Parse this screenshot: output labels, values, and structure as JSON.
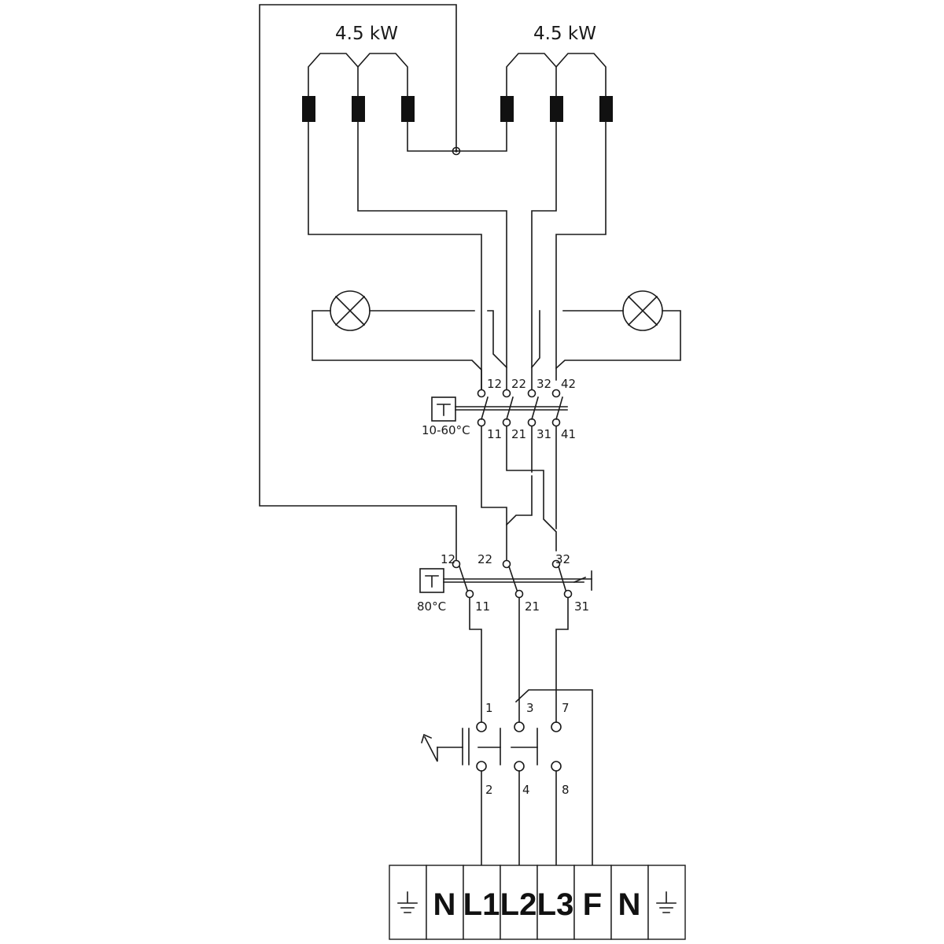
{
  "heaters": {
    "left_power": "4.5 kW",
    "right_power": "4.5 kW"
  },
  "thermostat_adjustable": {
    "range": "10-60°C",
    "top_contacts": [
      "12",
      "22",
      "32",
      "42"
    ],
    "bottom_contacts": [
      "11",
      "21",
      "31",
      "41"
    ]
  },
  "thermostat_safety": {
    "limit": "80°C",
    "top_contacts": [
      "12",
      "22",
      "32"
    ],
    "bottom_contacts": [
      "11",
      "21",
      "31"
    ]
  },
  "contactor": {
    "top_contacts": [
      "1",
      "3",
      "7"
    ],
    "bottom_contacts": [
      "2",
      "4",
      "8"
    ]
  },
  "terminal_block": {
    "terminals": [
      {
        "label": "",
        "icon": "ground-icon"
      },
      {
        "label": "N",
        "icon": ""
      },
      {
        "label": "L1",
        "icon": ""
      },
      {
        "label": "L2",
        "icon": ""
      },
      {
        "label": "L3",
        "icon": ""
      },
      {
        "label": "F",
        "icon": ""
      },
      {
        "label": "N",
        "icon": ""
      },
      {
        "label": "",
        "icon": "ground-icon"
      }
    ]
  },
  "colors": {
    "line": "#1a1a1a",
    "background": "#ffffff"
  }
}
